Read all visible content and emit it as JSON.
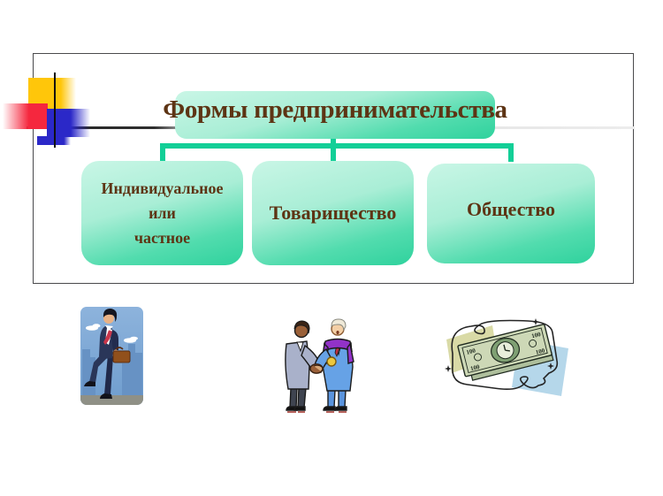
{
  "diagram": {
    "root": {
      "label": "Формы предпринимательства"
    },
    "children": [
      {
        "id": "individual",
        "lines": [
          "Индивидуальное",
          "или",
          "частное"
        ]
      },
      {
        "id": "partnership",
        "label": "Товарищество"
      },
      {
        "id": "society",
        "label": "Общество"
      }
    ],
    "colors": {
      "node_gradient_top": "#c9f6e6",
      "node_gradient_bottom": "#2fd29d",
      "connector_green": "#12cf97",
      "text_brown": "#5d3414",
      "frame_border": "#4a4a4c"
    }
  },
  "decoration": {
    "yellow": "#ffc60a",
    "red": "#f5273e",
    "blue": "#2b28c8",
    "line_black": "#101010"
  },
  "illustrations": {
    "businessman": {
      "name": "businessman-climbing-stairs"
    },
    "handshake": {
      "name": "businessmen-handshake"
    },
    "money": {
      "name": "money-stack",
      "denomination": "100"
    }
  }
}
